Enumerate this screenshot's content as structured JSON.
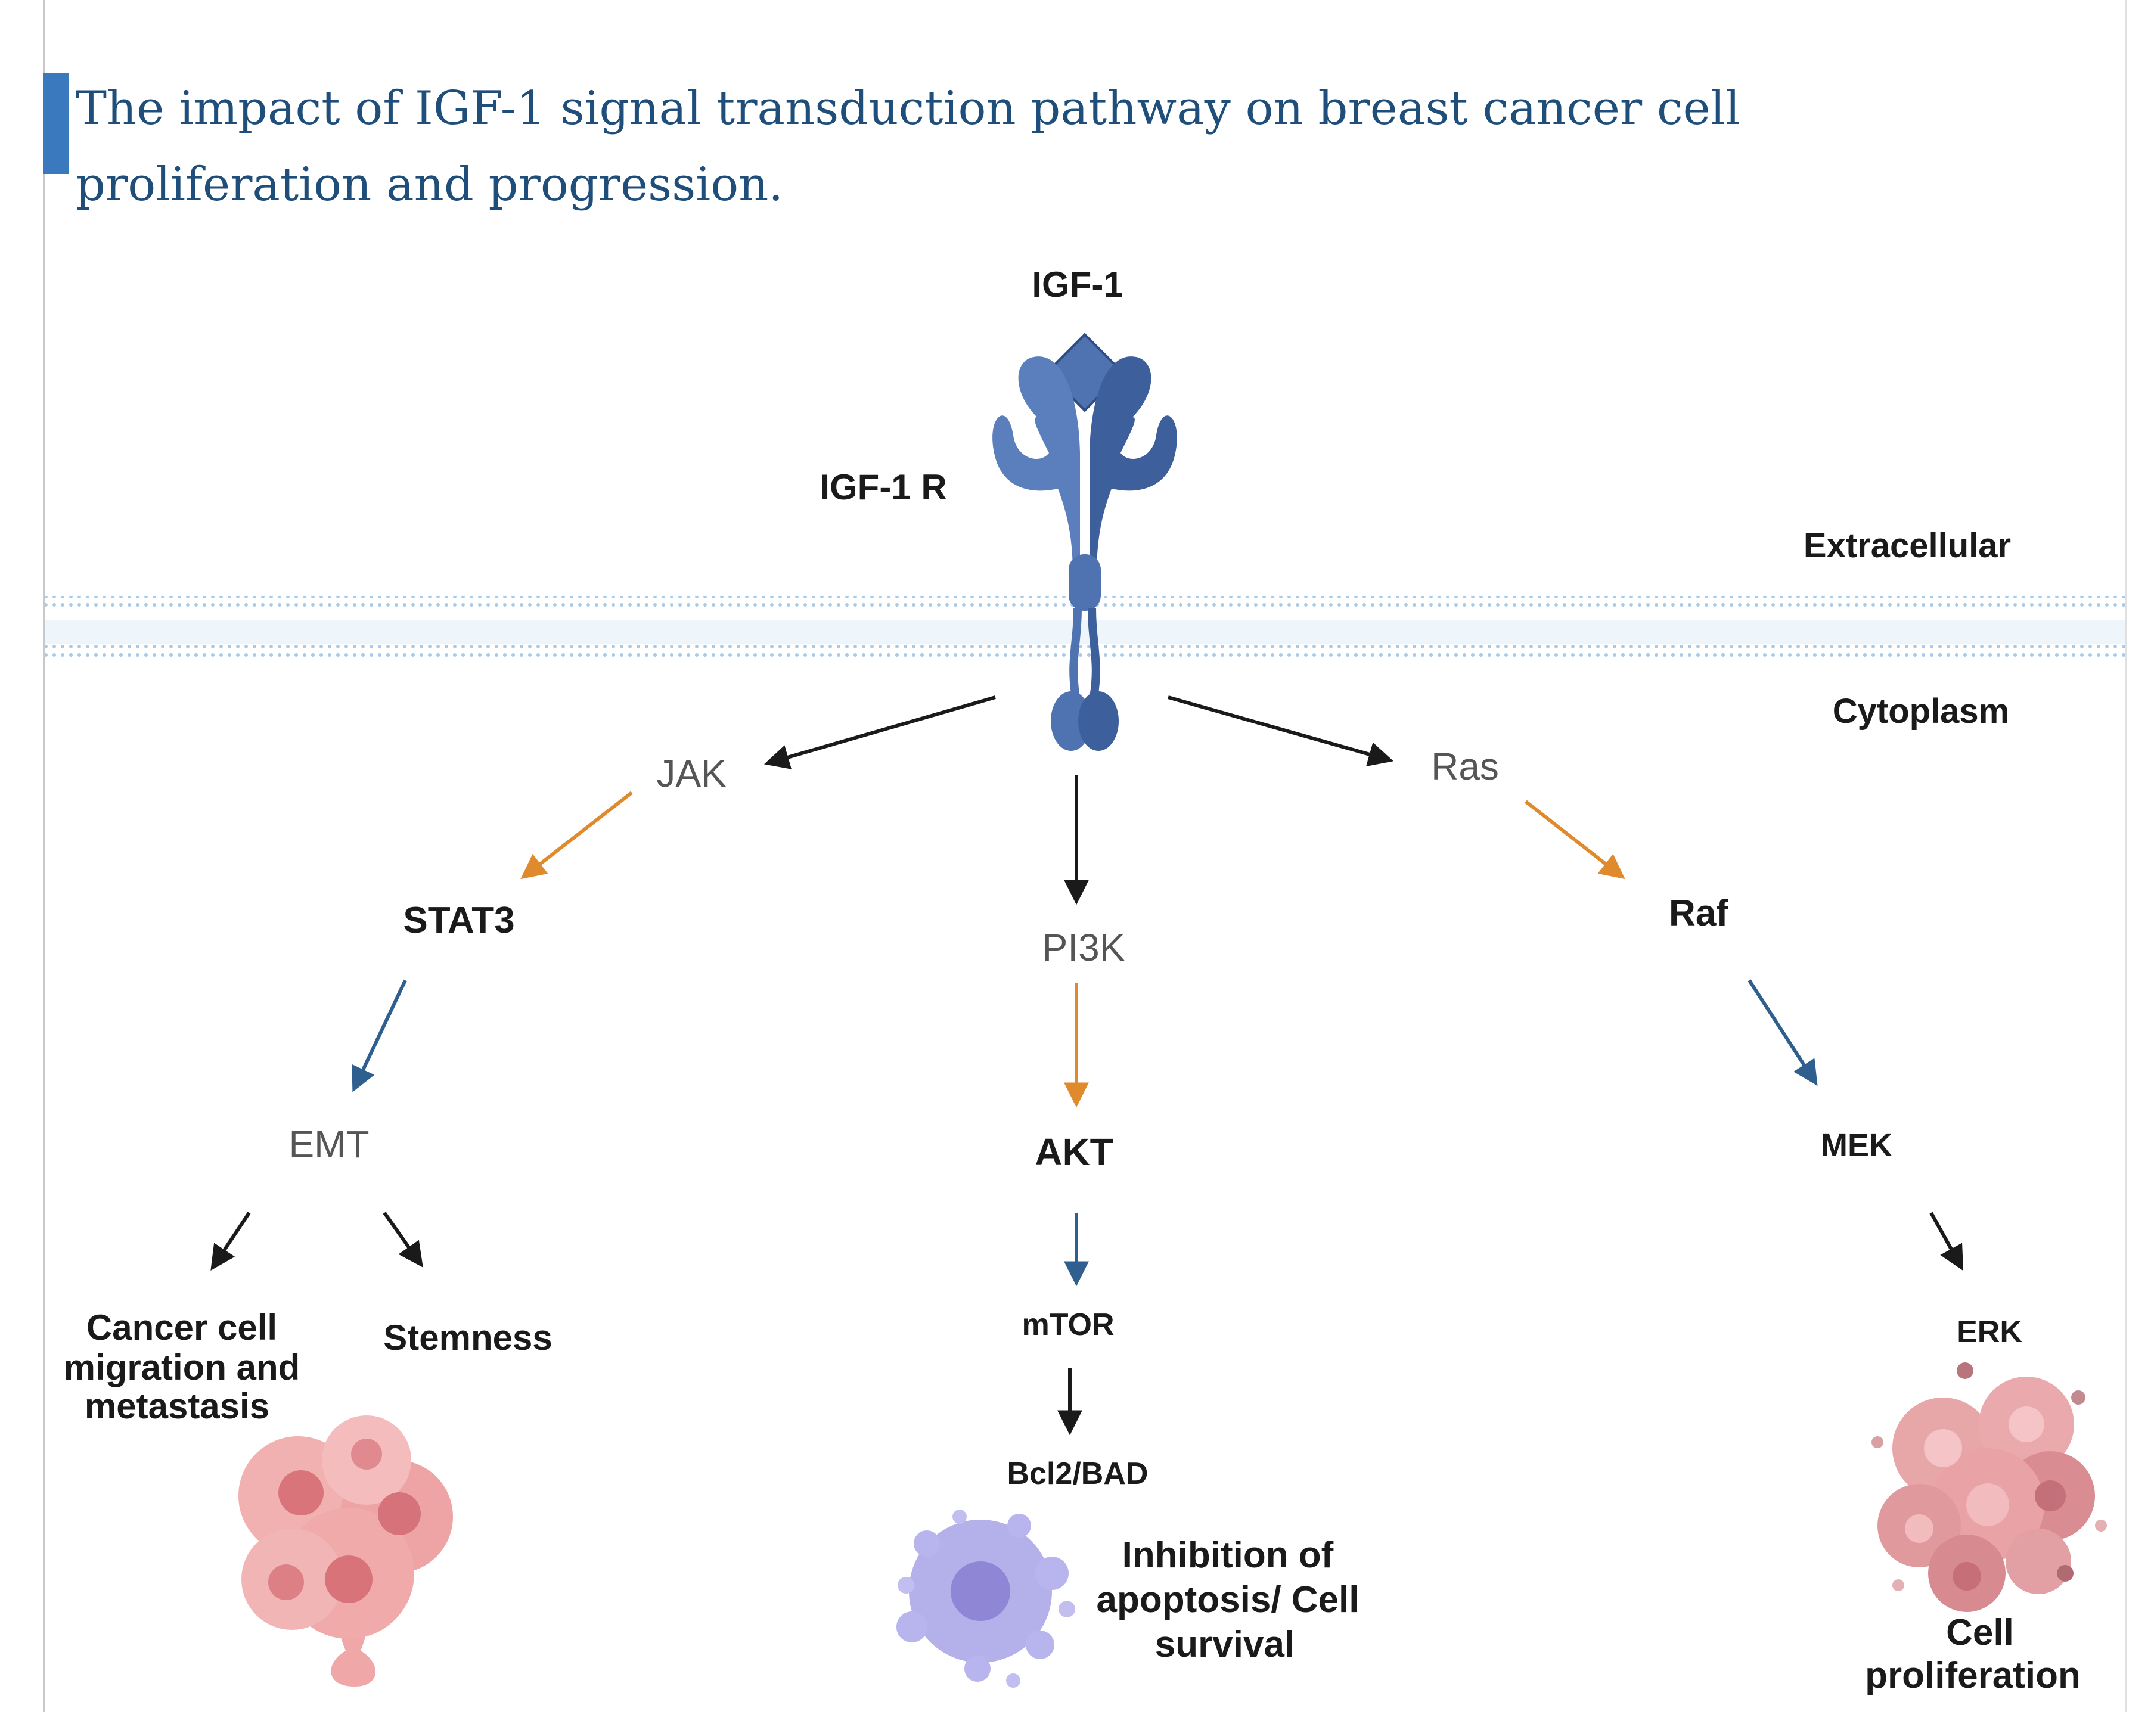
{
  "title": "The impact of IGF-1 signal transduction pathway on breast cancer cell  proliferation and progression.",
  "labels": {
    "ligand": "IGF-1",
    "receptor": "IGF-1 R",
    "extracellular": "Extracellular",
    "cytoplasm": "Cytoplasm",
    "jak": "JAK",
    "ras": "Ras",
    "pi3k": "PI3K",
    "stat3": "STAT3",
    "raf": "Raf",
    "emt": "EMT",
    "akt": "AKT",
    "mek": "MEK",
    "mtor": "mTOR",
    "erk": "ERK",
    "bcl2_bad": "Bcl2/BAD",
    "migration": [
      "Cancer cell",
      "migration and",
      "metastasis"
    ],
    "stemness": "Stemness",
    "apoptosis": [
      "Inhibition of",
      "apoptosis/ Cell",
      "survival"
    ],
    "proliferation": [
      "Cell",
      "proliferation"
    ]
  },
  "colors": {
    "title": "#1f4e7a",
    "title_bar": "#3b79bf",
    "receptor": "#4f72b0",
    "receptor_dark": "#3b5d99",
    "membrane": "#9cc3e6",
    "arrow_black": "#1a1a1a",
    "arrow_orange": "#e08a2e",
    "arrow_blue": "#2f5f8f",
    "cancer_cell": "#e79a9a",
    "apoptotic_cell": "#a9a6e6",
    "proliferating_cell": "#e19a9d"
  }
}
